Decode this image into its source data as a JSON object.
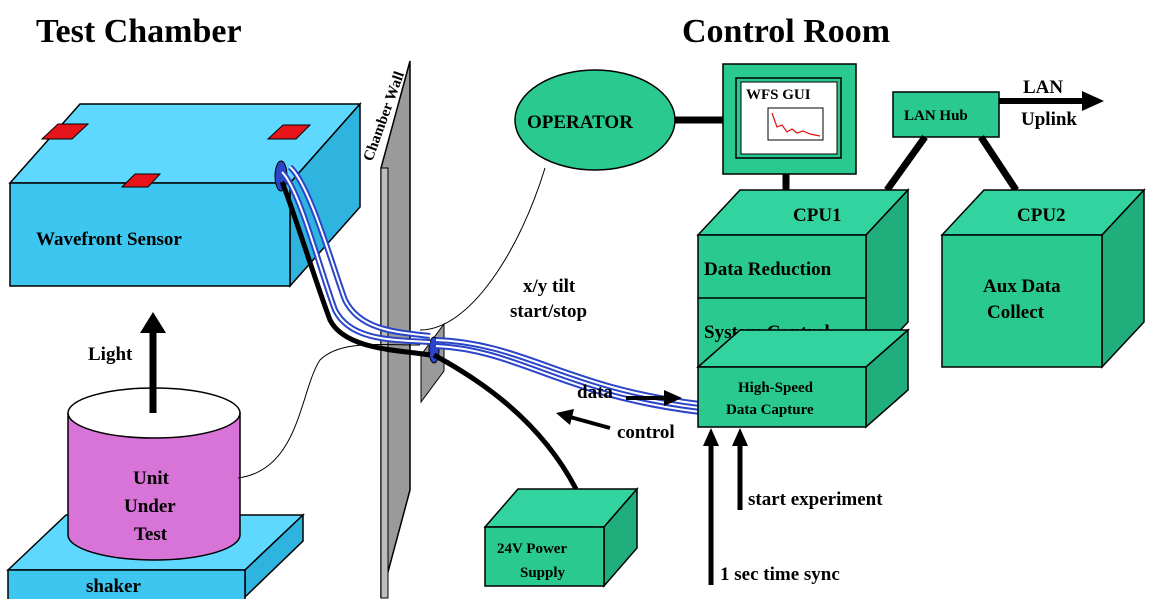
{
  "titles": {
    "left": "Test Chamber",
    "right": "Control Room"
  },
  "test_chamber": {
    "wavefront_sensor": "Wavefront Sensor",
    "light": "Light",
    "unit_under_test": [
      "Unit",
      "Under",
      "Test"
    ],
    "shaker": "shaker",
    "chamber_wall": "Chamber Wall"
  },
  "middle": {
    "tilt_line1": "x/y tilt",
    "tilt_line2": "start/stop",
    "data_label": "data",
    "control_label": "control",
    "power_supply": [
      "24V Power",
      "Supply"
    ]
  },
  "control_room": {
    "operator": "OPERATOR",
    "wfs_gui": "WFS GUI",
    "lan_hub": "LAN Hub",
    "lan_uplink": [
      "LAN",
      "Uplink"
    ],
    "cpu1": "CPU1",
    "data_reduction": "Data Reduction",
    "system_control": "System Control",
    "high_speed": [
      "High-Speed",
      "Data Capture"
    ],
    "cpu2": "CPU2",
    "aux_data": [
      "Aux Data",
      "Collect"
    ],
    "start_experiment": "start experiment",
    "time_sync": "1 sec time sync"
  },
  "colors": {
    "sensor_blue": "#3cc6f0",
    "sensor_blue_top": "#5fd8ff",
    "teal": "#29c98f",
    "teal_top": "#33d3a0",
    "purple": "#d873d8",
    "wall_gray": "#9a9a9a",
    "cable_blue": "#2a45c8",
    "red_pad": "#e8141c"
  }
}
